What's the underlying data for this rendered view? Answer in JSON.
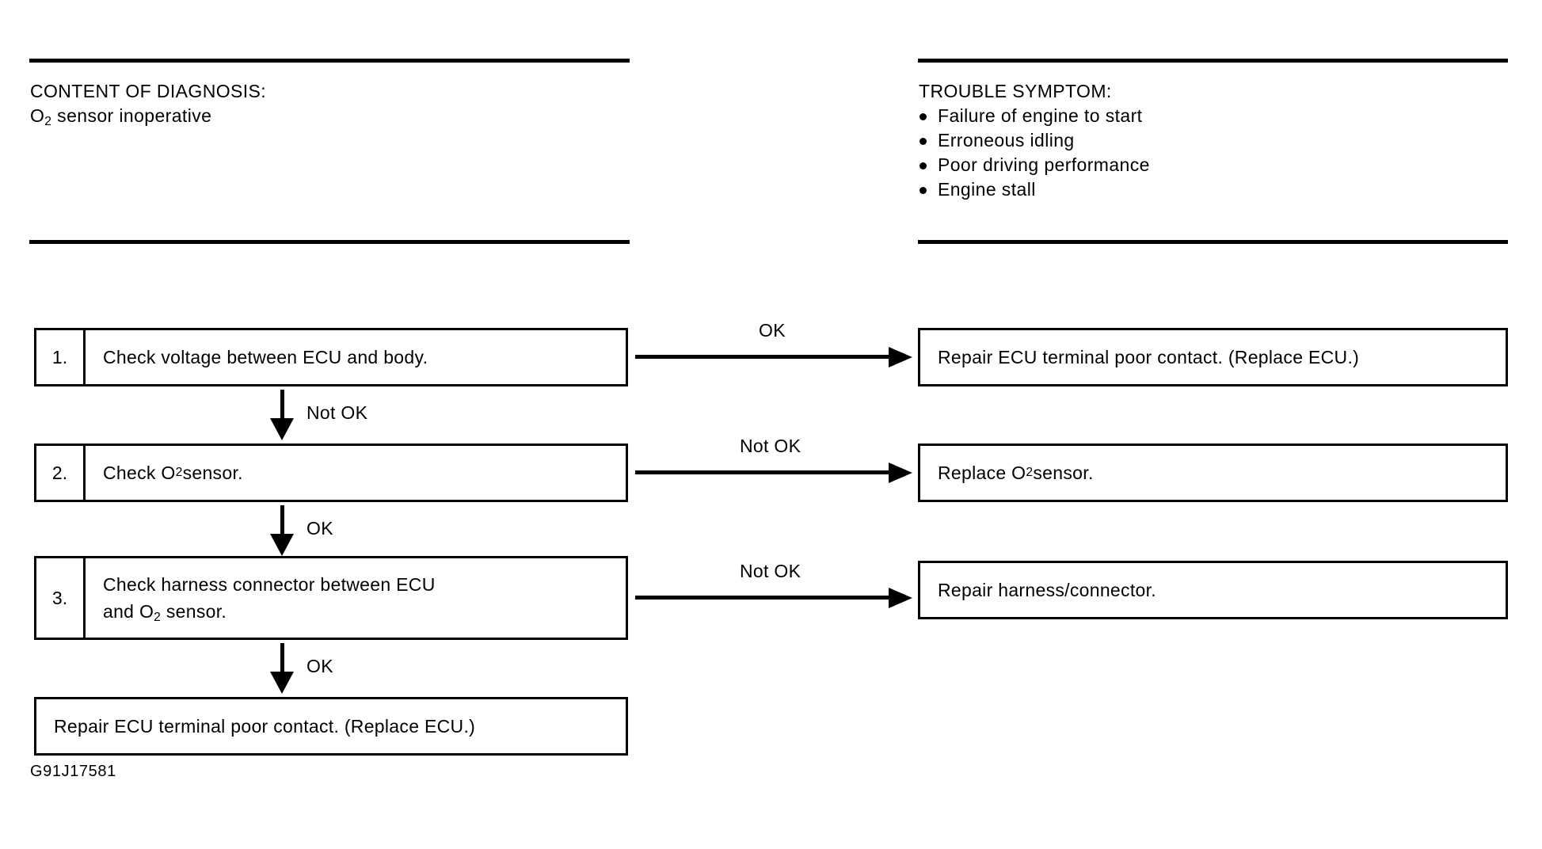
{
  "figure": {
    "id_label": "G91J17581",
    "type": "troubleshooting-flowchart"
  },
  "header": {
    "left": {
      "title": "CONTENT OF DIAGNOSIS:",
      "subtitle_prefix": "O",
      "subtitle_sub": "2",
      "subtitle_suffix": " sensor inoperative"
    },
    "right": {
      "title": "TROUBLE SYMPTOM:",
      "symptoms": [
        "Failure of engine to start",
        "Erroneous idling",
        "Poor driving performance",
        "Engine stall"
      ]
    }
  },
  "flow": {
    "steps": [
      {
        "number": "1.",
        "text": "Check voltage between ECU and body.",
        "branch_label": "OK",
        "branch_result": "Repair ECU terminal poor contact. (Replace ECU.)",
        "next_label": "Not OK"
      },
      {
        "number": "2.",
        "text_prefix": "Check O",
        "text_sub": "2",
        "text_suffix": " sensor.",
        "branch_label": "Not OK",
        "branch_result_prefix": "Replace O",
        "branch_result_sub": "2",
        "branch_result_suffix": " sensor.",
        "next_label": "OK"
      },
      {
        "number": "3.",
        "text_line1": "Check harness connector between ECU",
        "text_line2_prefix": "and O",
        "text_line2_sub": "2",
        "text_line2_suffix": " sensor.",
        "branch_label": "Not OK",
        "branch_result": "Repair harness/connector.",
        "next_label": "OK"
      }
    ],
    "final_outcome": "Repair ECU terminal poor contact. (Replace ECU.)"
  },
  "colors": {
    "ink": "#000000",
    "paper": "#ffffff"
  }
}
